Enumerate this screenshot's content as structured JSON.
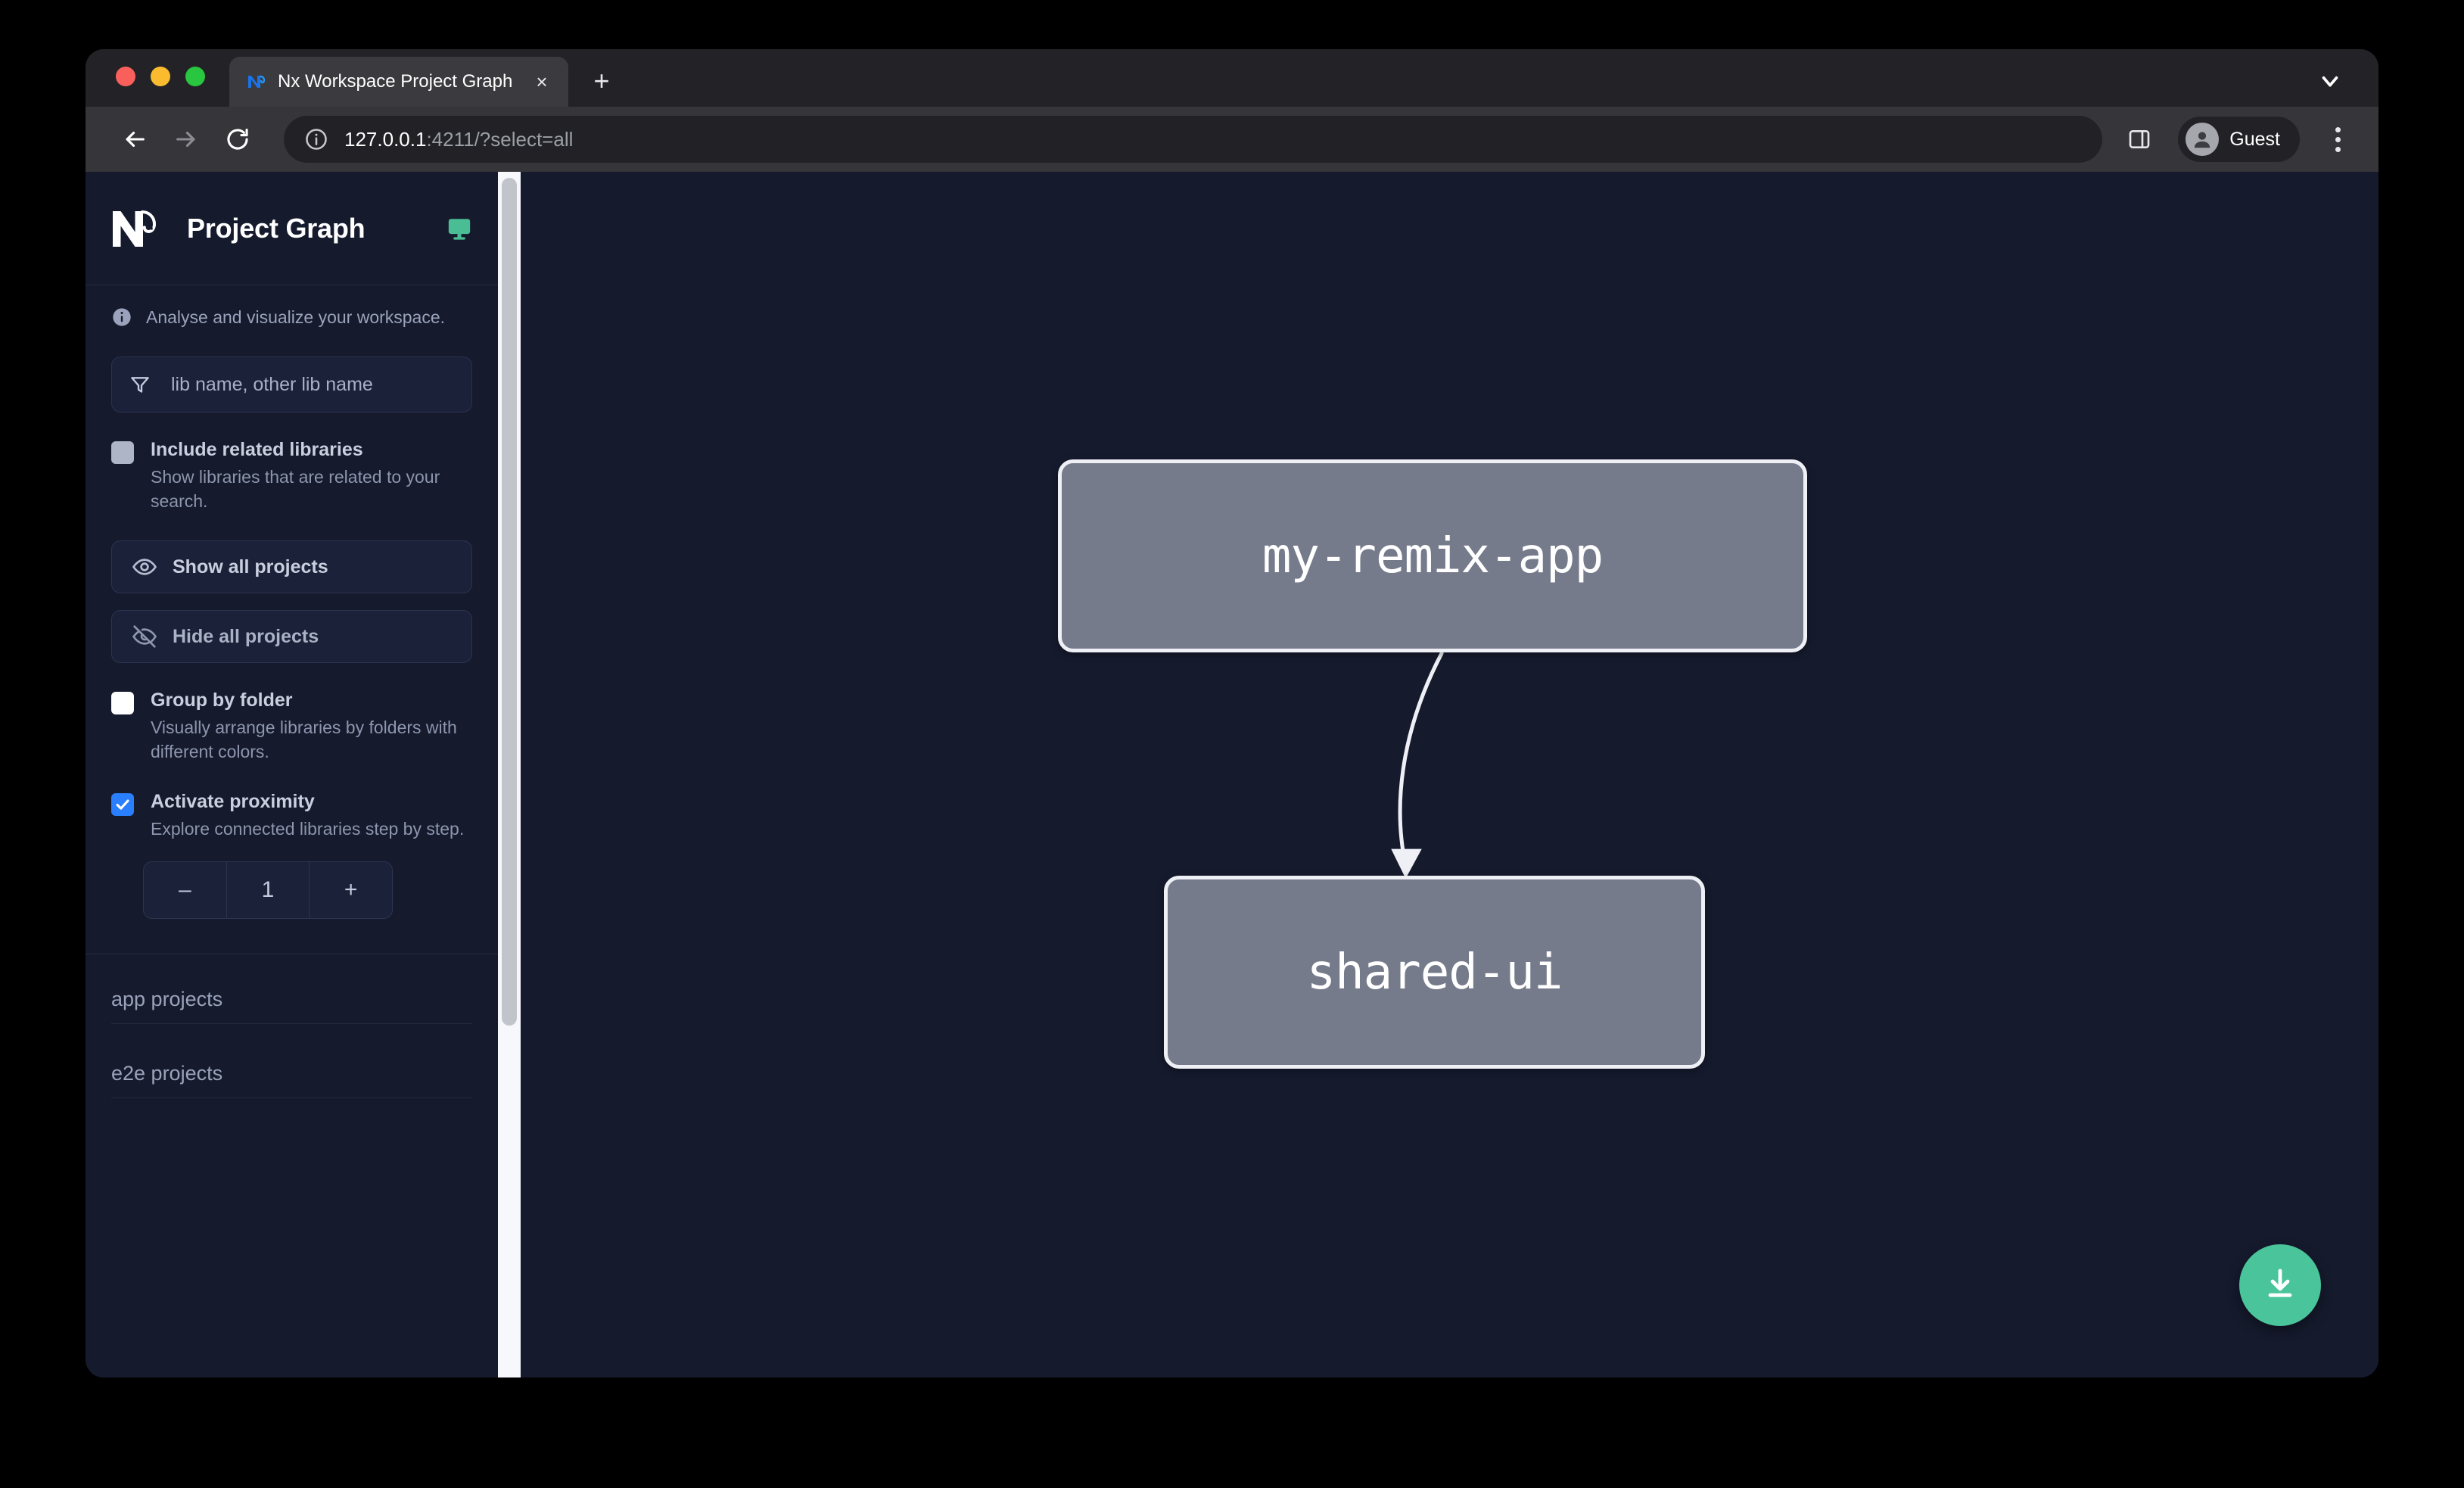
{
  "browser": {
    "tab": {
      "title": "Nx Workspace Project Graph",
      "favicon_name": "nx-favicon",
      "close_label": "×"
    },
    "new_tab_label": "+",
    "toolbar": {
      "back_label": "←",
      "forward_label": "→",
      "reload_label": "↻",
      "url_host": "127.0.0.1",
      "url_rest": ":4211/?select=all",
      "profile_name": "Guest"
    }
  },
  "sidebar": {
    "app_title": "Project Graph",
    "hint": "Analyse and visualize your workspace.",
    "search": {
      "placeholder": "lib name, other lib name",
      "value": ""
    },
    "options": [
      {
        "label": "Include related libraries",
        "description": "Show libraries that are related to your search.",
        "checked": false,
        "style": "grey"
      },
      {
        "label": "Group by folder",
        "description": "Visually arrange libraries by folders with different colors.",
        "checked": false,
        "style": "white"
      },
      {
        "label": "Activate proximity",
        "description": "Explore connected libraries step by step.",
        "checked": true,
        "style": "blue"
      }
    ],
    "buttons": {
      "show_all": "Show all projects",
      "hide_all": "Hide all projects"
    },
    "stepper": {
      "decrement": "–",
      "value": "1",
      "increment": "+"
    },
    "project_sections": [
      {
        "label": "app projects"
      },
      {
        "label": "e2e projects"
      }
    ]
  },
  "graph": {
    "nodes": [
      {
        "id": "my-remix-app",
        "label": "my-remix-app"
      },
      {
        "id": "shared-ui",
        "label": "shared-ui"
      }
    ],
    "edges": [
      {
        "from": "my-remix-app",
        "to": "shared-ui"
      }
    ],
    "download_button_label": "download-icon"
  },
  "colors": {
    "accent_green": "#4ac49b",
    "checkbox_blue": "#2a7fff",
    "node_fill": "#767b8c",
    "node_border": "#eef0f6",
    "canvas_bg": "#151a2d",
    "sidebar_bg": "#151a2d"
  }
}
